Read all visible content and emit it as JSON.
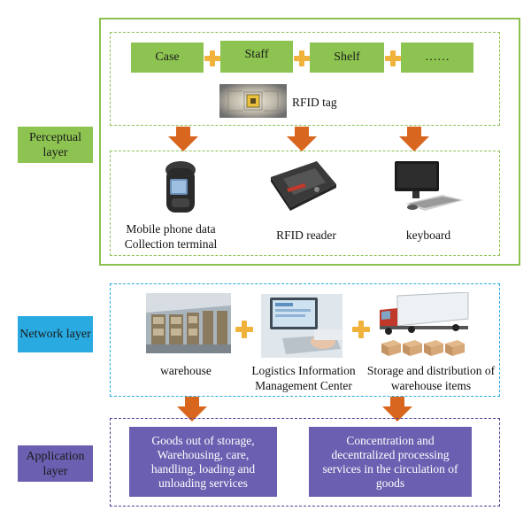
{
  "layers": {
    "perceptual": "Perceptual layer",
    "network": "Network layer",
    "application": "Application layer"
  },
  "perceptual": {
    "items": [
      "Case",
      "Staff",
      "Shelf",
      "……"
    ],
    "tag_label": "RFID tag",
    "devices": [
      {
        "label": "Mobile phone data Collection terminal",
        "icon": "handheld-terminal-icon"
      },
      {
        "label": "RFID reader",
        "icon": "rfid-reader-icon"
      },
      {
        "label": "keyboard",
        "icon": "computer-keyboard-icon"
      }
    ]
  },
  "network": {
    "nodes": [
      {
        "label": "warehouse"
      },
      {
        "label": "Logistics Information Management Center"
      },
      {
        "label": "Storage and distribution of warehouse items"
      }
    ]
  },
  "application": {
    "services": [
      "Goods out of storage, Warehousing, care, handling, loading and unloading services",
      "Concentration and decentralized processing services in the circulation of goods"
    ]
  },
  "colors": {
    "perceptual": "#8dc451",
    "network": "#29aae1",
    "application": "#6a5fb0",
    "arrow": "#d8661f",
    "plus": "#f0b23a"
  }
}
